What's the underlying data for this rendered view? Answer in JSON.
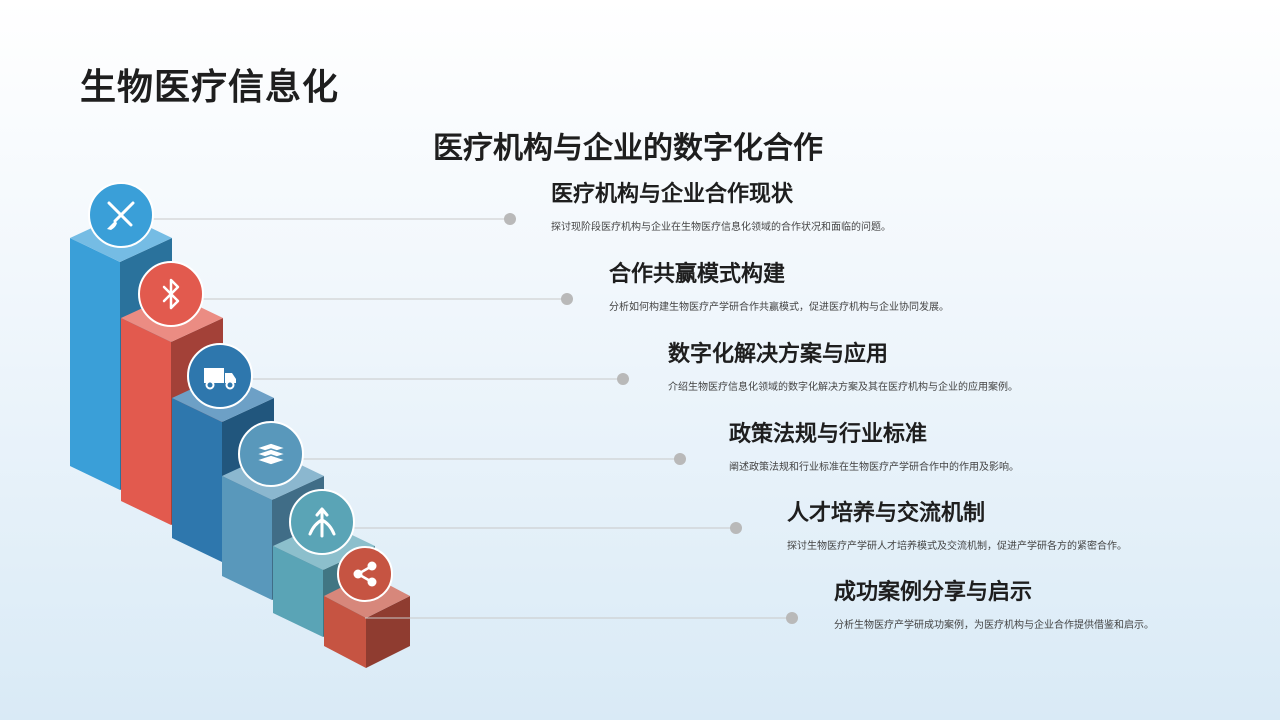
{
  "page_title": "生物医疗信息化",
  "subtitle": "医疗机构与企业的数字化合作",
  "items": [
    {
      "title": "医疗机构与企业合作现状",
      "desc": "探讨现阶段医疗机构与企业在生物医疗信息化领域的合作状况和面临的问题。",
      "icon": "brush-tools-icon",
      "color": "#3a9fd8"
    },
    {
      "title": "合作共赢模式构建",
      "desc": "分析如何构建生物医疗产学研合作共赢模式，促进医疗机构与企业协同发展。",
      "icon": "bluetooth-icon",
      "color": "#e25a4e"
    },
    {
      "title": "数字化解决方案与应用",
      "desc": "介绍生物医疗信息化领域的数字化解决方案及其在医疗机构与企业的应用案例。",
      "icon": "truck-icon",
      "color": "#2e77ad"
    },
    {
      "title": "政策法规与行业标准",
      "desc": "阐述政策法规和行业标准在生物医疗产学研合作中的作用及影响。",
      "icon": "layers-icon",
      "color": "#5998bb"
    },
    {
      "title": "人才培养与交流机制",
      "desc": "探讨生物医疗产学研人才培养模式及交流机制，促进产学研各方的紧密合作。",
      "icon": "branch-arrows-icon",
      "color": "#5aa4b6"
    },
    {
      "title": "成功案例分享与启示",
      "desc": "分析生物医疗产学研成功案例，为医疗机构与企业合作提供借鉴和启示。",
      "icon": "share-icon",
      "color": "#c65442"
    }
  ]
}
